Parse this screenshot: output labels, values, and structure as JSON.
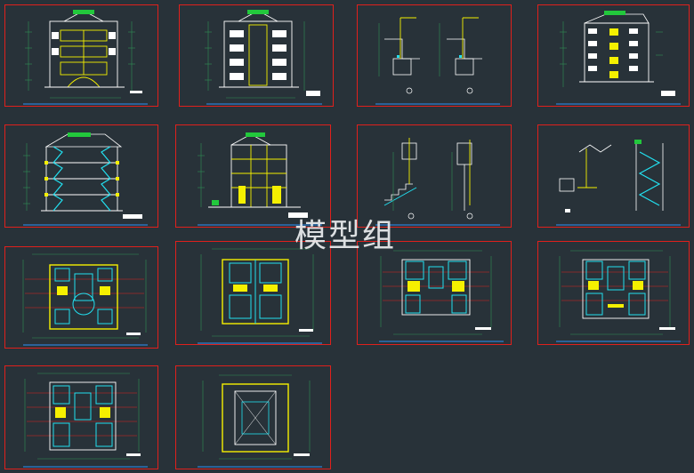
{
  "watermark": {
    "text": "模型组"
  },
  "colors": {
    "background": "#283239",
    "sheet_border": "#e0201c",
    "linework": "#ffffff",
    "highlight": "#f5f000",
    "cyan": "#22e0f0",
    "green": "#22c83c",
    "dimension": "#2f8f55",
    "title_bar": "#2d7fd1",
    "red_axis": "#e0201c"
  },
  "sheets": [
    {
      "id": "elevation-front",
      "kind": "elevation"
    },
    {
      "id": "elevation-rear",
      "kind": "elevation"
    },
    {
      "id": "wall-detail-a",
      "kind": "detail"
    },
    {
      "id": "elevation-side",
      "kind": "elevation"
    },
    {
      "id": "section-1",
      "kind": "section"
    },
    {
      "id": "section-2",
      "kind": "section"
    },
    {
      "id": "stair-detail",
      "kind": "detail"
    },
    {
      "id": "stair-section",
      "kind": "detail"
    },
    {
      "id": "plan-ground",
      "kind": "plan"
    },
    {
      "id": "plan-second",
      "kind": "plan"
    },
    {
      "id": "plan-third",
      "kind": "plan"
    },
    {
      "id": "plan-fourth",
      "kind": "plan"
    },
    {
      "id": "plan-fifth",
      "kind": "plan"
    },
    {
      "id": "plan-roof",
      "kind": "plan"
    }
  ]
}
